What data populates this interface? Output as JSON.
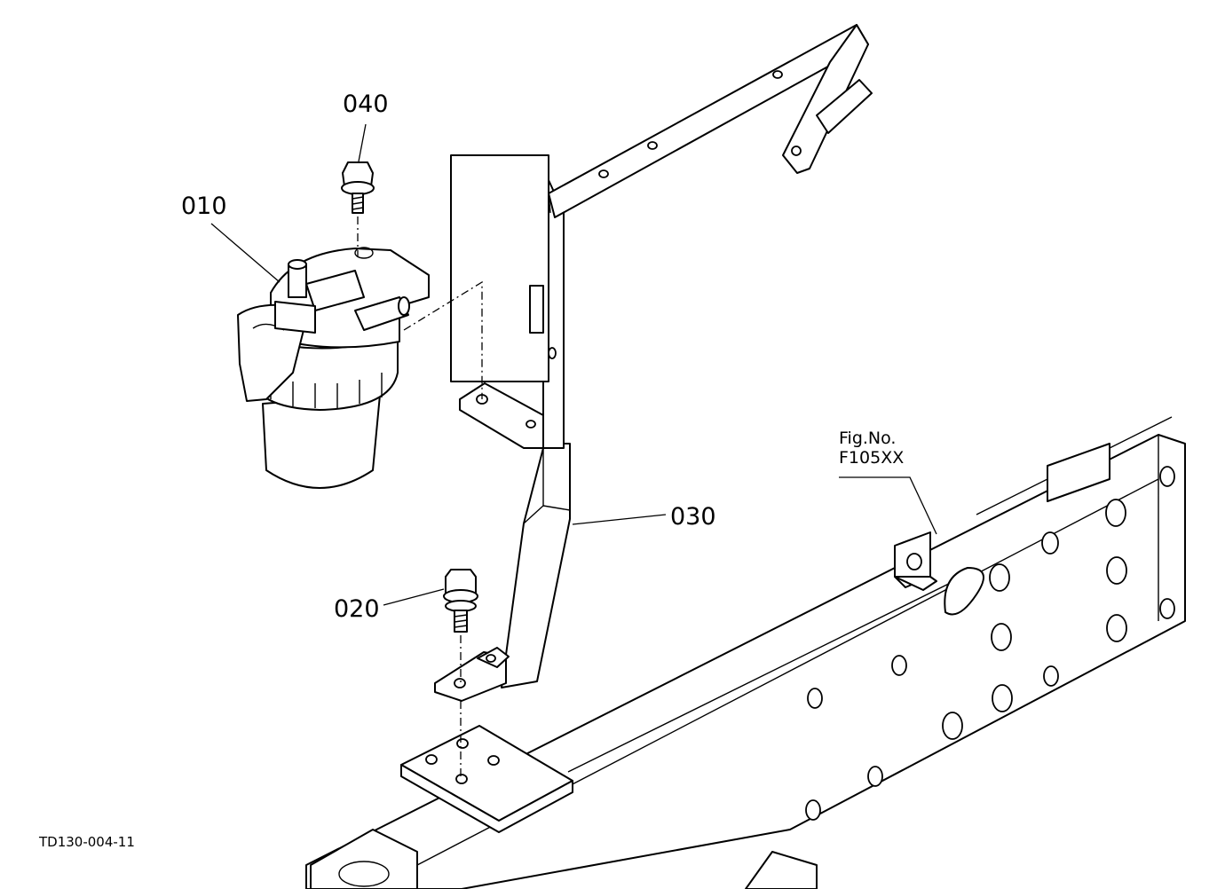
{
  "callouts": {
    "p010": "010",
    "p020": "020",
    "p030": "030",
    "p040": "040"
  },
  "figure_reference": {
    "line1": "Fig.No.",
    "line2": "F105XX"
  },
  "drawing_code": "TD130-004-11"
}
